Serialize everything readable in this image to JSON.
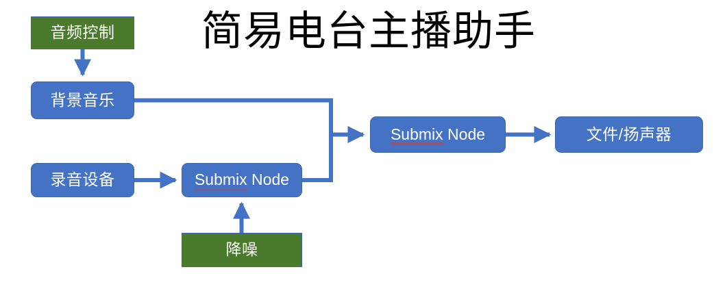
{
  "title": "简易电台主播助手",
  "colors": {
    "blue_fill": "#4472C4",
    "green_fill": "#4A7B2C",
    "connector": "#4472C4",
    "text": "#FFFFFF",
    "title_text": "#000000",
    "spellcheck_underline": "#E03A2F",
    "background": "#FFFFFF"
  },
  "nodes": [
    {
      "id": "audio-control",
      "label": "音频控制",
      "shape": "rectangle",
      "fill": "green"
    },
    {
      "id": "background-music",
      "label": "背景音乐",
      "shape": "rounded-rectangle",
      "fill": "blue"
    },
    {
      "id": "recording-device",
      "label": "录音设备",
      "shape": "rounded-rectangle",
      "fill": "blue"
    },
    {
      "id": "submix-node-lower",
      "label": "Submix Node",
      "label_spellchecked": "Submix",
      "label_rest": " Node",
      "shape": "rounded-rectangle",
      "fill": "blue"
    },
    {
      "id": "submix-node-upper",
      "label": "Submix Node",
      "label_spellchecked": "Submix",
      "label_rest": " Node",
      "shape": "rounded-rectangle",
      "fill": "blue"
    },
    {
      "id": "noise-reduction",
      "label": "降噪",
      "shape": "rectangle",
      "fill": "green"
    },
    {
      "id": "file-speaker",
      "label": "文件/扬声器",
      "shape": "rounded-rectangle",
      "fill": "blue"
    }
  ],
  "connections": [
    {
      "from": "audio-control",
      "to": "background-music",
      "style": "straight-down"
    },
    {
      "from": "background-music",
      "to": "submix-node-upper",
      "style": "elbow-right-down-right"
    },
    {
      "from": "recording-device",
      "to": "submix-node-lower",
      "style": "straight-right"
    },
    {
      "from": "submix-node-lower",
      "to": "submix-node-upper",
      "style": "elbow-right-up-right"
    },
    {
      "from": "noise-reduction",
      "to": "submix-node-lower",
      "style": "straight-up"
    },
    {
      "from": "submix-node-upper",
      "to": "file-speaker",
      "style": "straight-right"
    }
  ]
}
